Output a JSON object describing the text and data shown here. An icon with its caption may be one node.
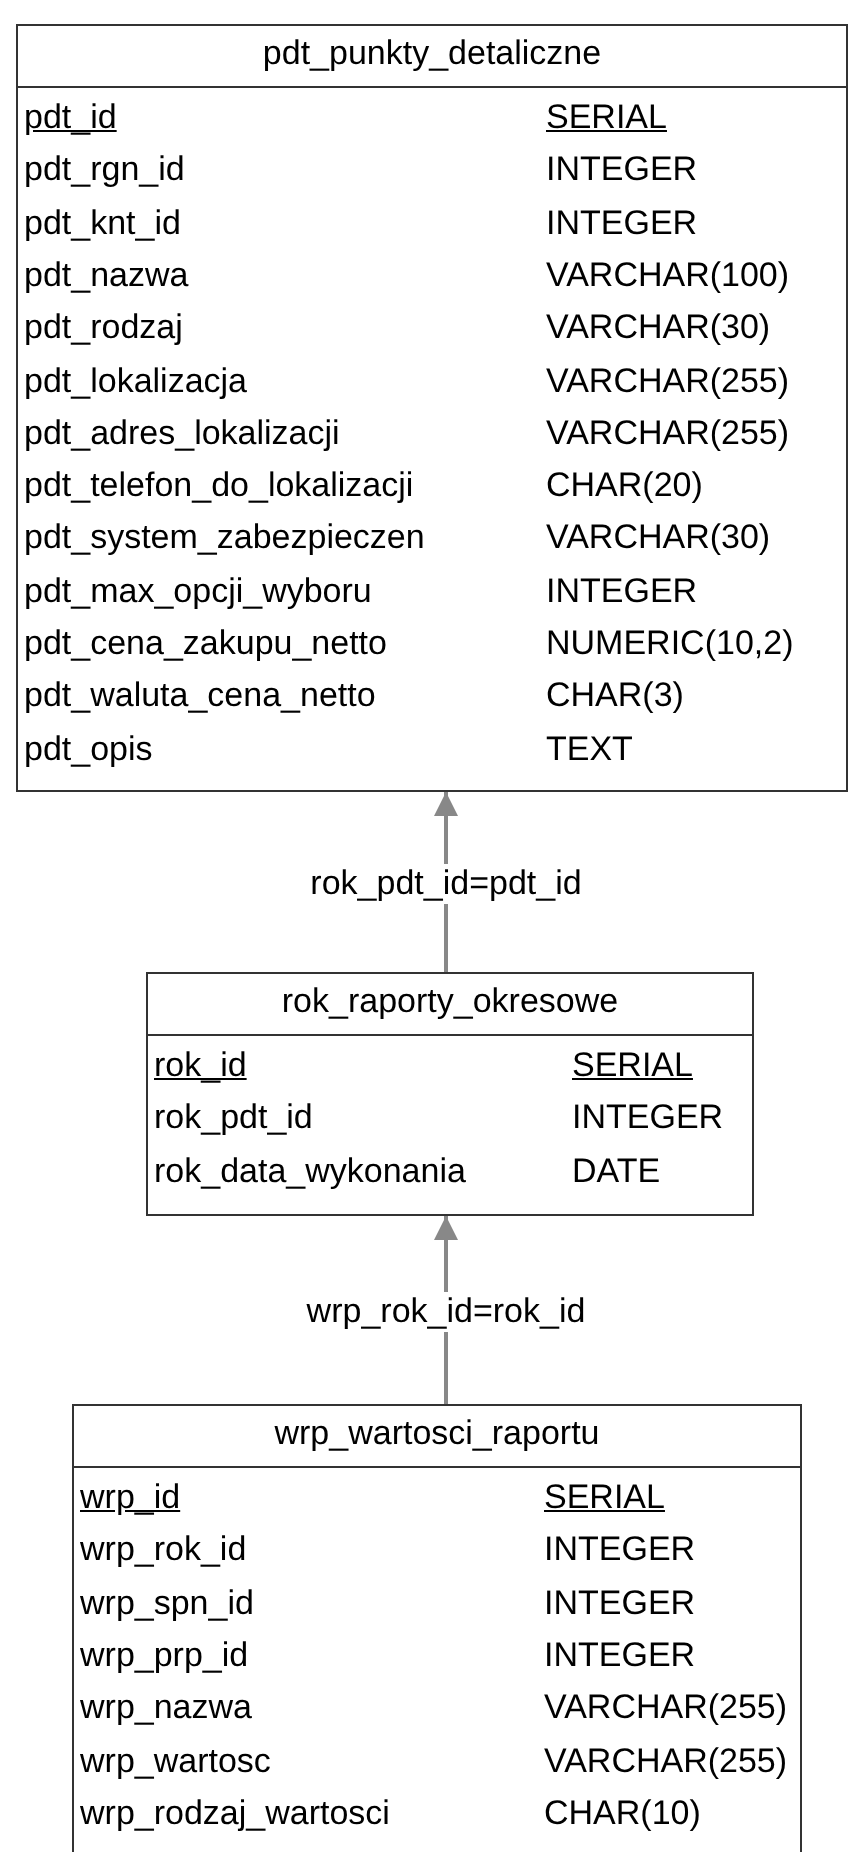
{
  "diagram": {
    "nodes": [
      {
        "text": [
          "pdt_punkty_detaliczne",
          "pdt_id",
          "SERIAL",
          "pdt_rgn_id",
          "INTEGER",
          "pdt_knt_id",
          "INTEGER",
          "pdt_nazwa",
          "VARCHAR(100)",
          "pdt_rodzaj",
          "VARCHAR(30)",
          "pdt_lokalizacja",
          "VARCHAR(255)",
          "pdt_adres_lokalizacji",
          "VARCHAR(255)",
          "pdt_telefon_do_lokalizacji",
          "CHAR(20)",
          "pdt_system_zabezpieczen",
          "VARCHAR(30)",
          "pdt_max_opcji_wyboru",
          "INTEGER",
          "pdt_cena_zakupu_netto",
          "NUMERIC(10,2)",
          "pdt_waluta_cena_netto",
          "CHAR(3)",
          "pdt_opis",
          "TEXT"
        ]
      },
      {
        "text": [
          "rok_raporty_okresowe",
          "rok_id",
          "SERIAL",
          "rok_pdt_id",
          "INTEGER",
          "rok_data_wykonania",
          "DATE"
        ]
      },
      {
        "text": [
          "wrp_wartosci_raportu",
          "wrp_id",
          "SERIAL",
          "wrp_rok_id",
          "INTEGER",
          "wrp_spn_id",
          "INTEGER",
          "wrp_prp_id",
          "INTEGER",
          "wrp_nazwa",
          "VARCHAR(255)",
          "wrp_wartosc",
          "VARCHAR(255)",
          "wrp_rodzaj_wartosci",
          "CHAR(10)"
        ]
      }
    ],
    "edges": [
      {
        "from": 1,
        "to": 0,
        "arrow": "to",
        "label": "rok_pdt_id=pdt_id"
      },
      {
        "from": 2,
        "to": 1,
        "arrow": "to",
        "label": "wrp_rok_id=rok_id"
      }
    ]
  }
}
